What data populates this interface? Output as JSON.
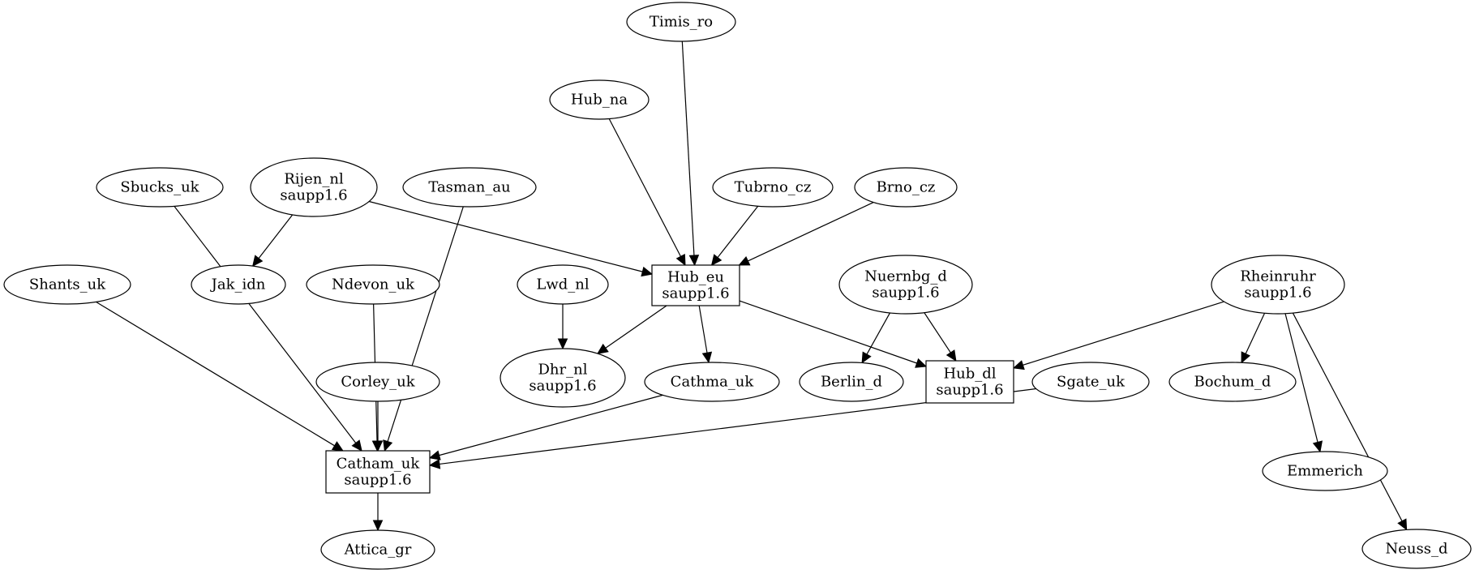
{
  "nodes": [
    {
      "id": "timis_ro",
      "lines": [
        "Timis_ro"
      ]
    },
    {
      "id": "hub_na",
      "lines": [
        "Hub_na"
      ]
    },
    {
      "id": "sbucks_uk",
      "lines": [
        "Sbucks_uk"
      ]
    },
    {
      "id": "rijen_nl",
      "lines": [
        "Rijen_nl",
        "saupp1.6"
      ]
    },
    {
      "id": "tasman_au",
      "lines": [
        "Tasman_au"
      ]
    },
    {
      "id": "tubrno_cz",
      "lines": [
        "Tubrno_cz"
      ]
    },
    {
      "id": "brno_cz",
      "lines": [
        "Brno_cz"
      ]
    },
    {
      "id": "shants_uk",
      "lines": [
        "Shants_uk"
      ]
    },
    {
      "id": "jak_idn",
      "lines": [
        "Jak_idn"
      ]
    },
    {
      "id": "ndevon_uk",
      "lines": [
        "Ndevon_uk"
      ]
    },
    {
      "id": "lwd_nl",
      "lines": [
        "Lwd_nl"
      ]
    },
    {
      "id": "hub_eu",
      "lines": [
        "Hub_eu",
        "saupp1.6"
      ]
    },
    {
      "id": "nuernbg_d",
      "lines": [
        "Nuernbg_d",
        "saupp1.6"
      ]
    },
    {
      "id": "rheinruhr",
      "lines": [
        "Rheinruhr",
        "saupp1.6"
      ]
    },
    {
      "id": "corley_uk",
      "lines": [
        "Corley_uk"
      ]
    },
    {
      "id": "dhr_nl",
      "lines": [
        "Dhr_nl",
        "saupp1.6"
      ]
    },
    {
      "id": "cathma_uk",
      "lines": [
        "Cathma_uk"
      ]
    },
    {
      "id": "berlin_d",
      "lines": [
        "Berlin_d"
      ]
    },
    {
      "id": "hub_dl",
      "lines": [
        "Hub_dl",
        "saupp1.6"
      ]
    },
    {
      "id": "sgate_uk",
      "lines": [
        "Sgate_uk"
      ]
    },
    {
      "id": "bochum_d",
      "lines": [
        "Bochum_d"
      ]
    },
    {
      "id": "catham_uk",
      "lines": [
        "Catham_uk",
        "saupp1.6"
      ]
    },
    {
      "id": "emmerich",
      "lines": [
        "Emmerich"
      ]
    },
    {
      "id": "attica_gr",
      "lines": [
        "Attica_gr"
      ]
    },
    {
      "id": "neuss_d",
      "lines": [
        "Neuss_d"
      ]
    }
  ],
  "edges": [
    {
      "from": "timis_ro",
      "to": "hub_eu"
    },
    {
      "from": "hub_na",
      "to": "hub_eu"
    },
    {
      "from": "rijen_nl",
      "to": "hub_eu"
    },
    {
      "from": "tubrno_cz",
      "to": "hub_eu"
    },
    {
      "from": "brno_cz",
      "to": "hub_eu"
    },
    {
      "from": "rijen_nl",
      "to": "jak_idn"
    },
    {
      "from": "sbucks_uk",
      "to": "catham_uk"
    },
    {
      "from": "tasman_au",
      "to": "catham_uk"
    },
    {
      "from": "shants_uk",
      "to": "catham_uk"
    },
    {
      "from": "ndevon_uk",
      "to": "catham_uk"
    },
    {
      "from": "corley_uk",
      "to": "catham_uk"
    },
    {
      "from": "cathma_uk",
      "to": "catham_uk"
    },
    {
      "from": "sgate_uk",
      "to": "catham_uk"
    },
    {
      "from": "lwd_nl",
      "to": "dhr_nl"
    },
    {
      "from": "hub_eu",
      "to": "dhr_nl"
    },
    {
      "from": "hub_eu",
      "to": "cathma_uk"
    },
    {
      "from": "hub_eu",
      "to": "hub_dl"
    },
    {
      "from": "nuernbg_d",
      "to": "berlin_d"
    },
    {
      "from": "nuernbg_d",
      "to": "hub_dl"
    },
    {
      "from": "rheinruhr",
      "to": "hub_dl"
    },
    {
      "from": "rheinruhr",
      "to": "bochum_d"
    },
    {
      "from": "rheinruhr",
      "to": "emmerich"
    },
    {
      "from": "rheinruhr",
      "to": "neuss_d"
    },
    {
      "from": "catham_uk",
      "to": "attica_gr"
    }
  ]
}
